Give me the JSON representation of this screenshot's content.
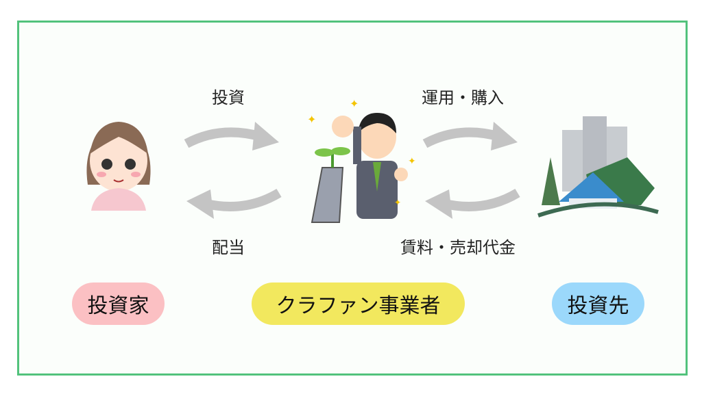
{
  "labels": {
    "invest": "投資",
    "dividend": "配当",
    "operate_buy": "運用・購入",
    "rent_sale": "賃料・売却代金"
  },
  "roles": {
    "investor": "投資家",
    "operator": "クラファン事業者",
    "target": "投資先"
  },
  "colors": {
    "border": "#52c27c",
    "investor_pill": "#fbc0c3",
    "operator_pill": "#f2e85e",
    "target_pill": "#9bd8fb",
    "arrow": "#c4c4c4"
  }
}
